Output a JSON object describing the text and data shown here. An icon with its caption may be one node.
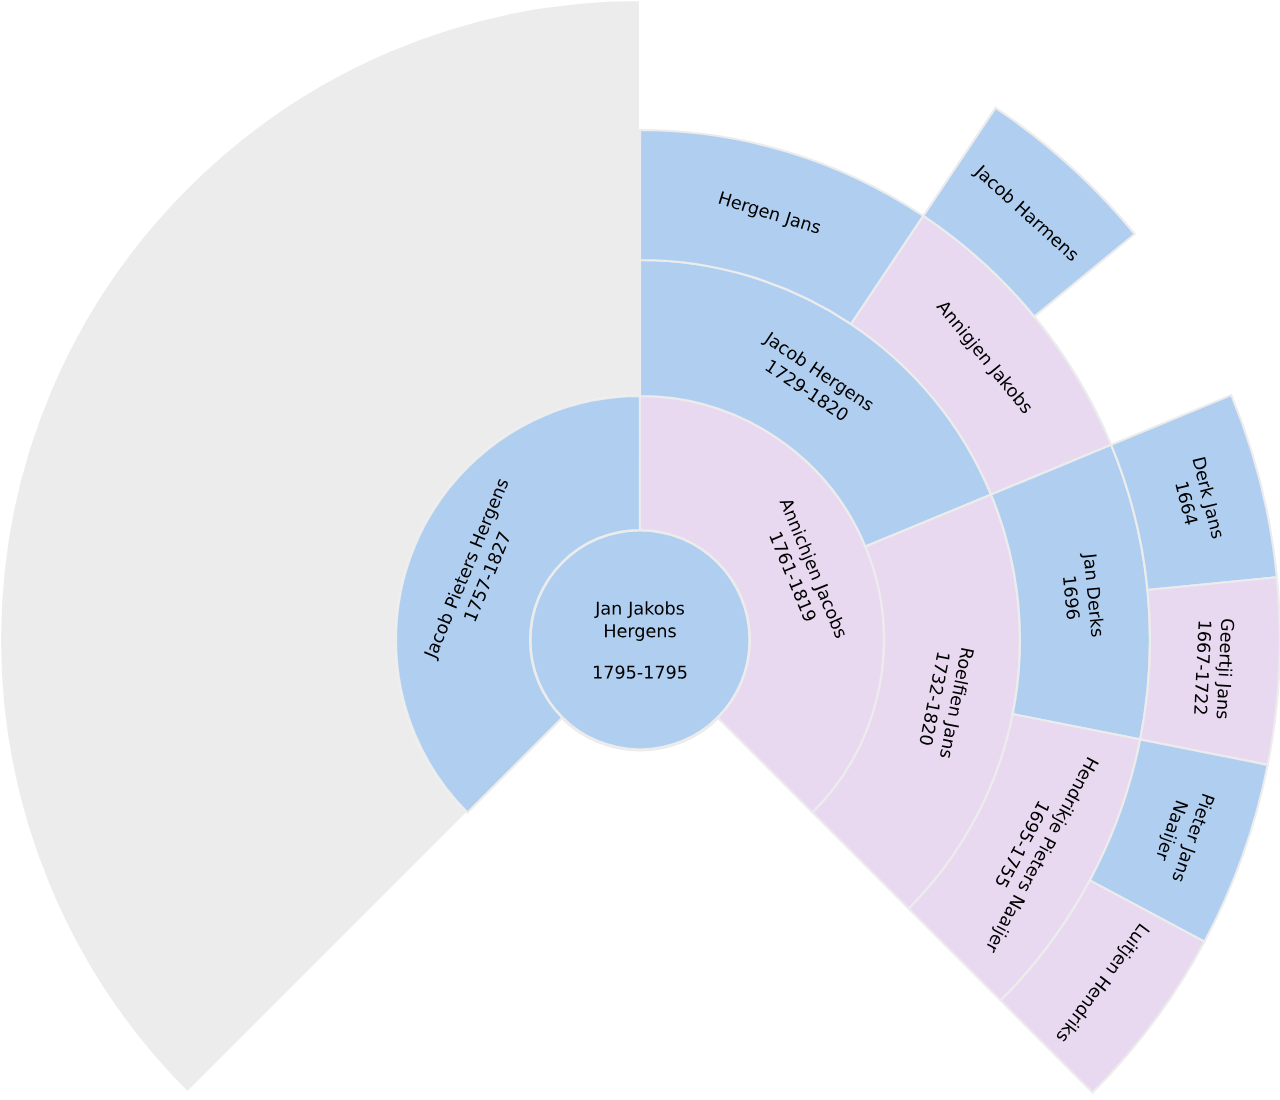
{
  "diagram": {
    "nodes": [
      {
        "text": [
          "Jan Jakobs Hergens",
          "1795-1795"
        ]
      },
      {
        "text": [
          "Jacob Pieters Hergens",
          "1757-1827"
        ]
      },
      {
        "text": [
          "Annichjen Jacobs",
          "1761-1819"
        ]
      },
      {
        "text": [
          "Jacob Hergens",
          "1729-1820"
        ]
      },
      {
        "text": [
          "Roelfien Jans",
          "1732-1820"
        ]
      },
      {
        "text": [
          "Hergen Jans"
        ]
      },
      {
        "text": [
          "Annigjen Jakobs"
        ]
      },
      {
        "text": [
          "Jan Derks",
          "1696"
        ]
      },
      {
        "text": [
          "Hendrikje Pieters Naaijer",
          "1695-1755"
        ]
      },
      {
        "text": [
          "Jacob Harmens"
        ]
      },
      {
        "text": [
          "Derk Jans",
          "1664"
        ]
      },
      {
        "text": [
          "Geertji Jans",
          "1667-1722"
        ]
      },
      {
        "text": [
          "Pieter Jans Naaijer"
        ]
      },
      {
        "text": [
          "Luitjen Hendriks"
        ]
      }
    ]
  }
}
